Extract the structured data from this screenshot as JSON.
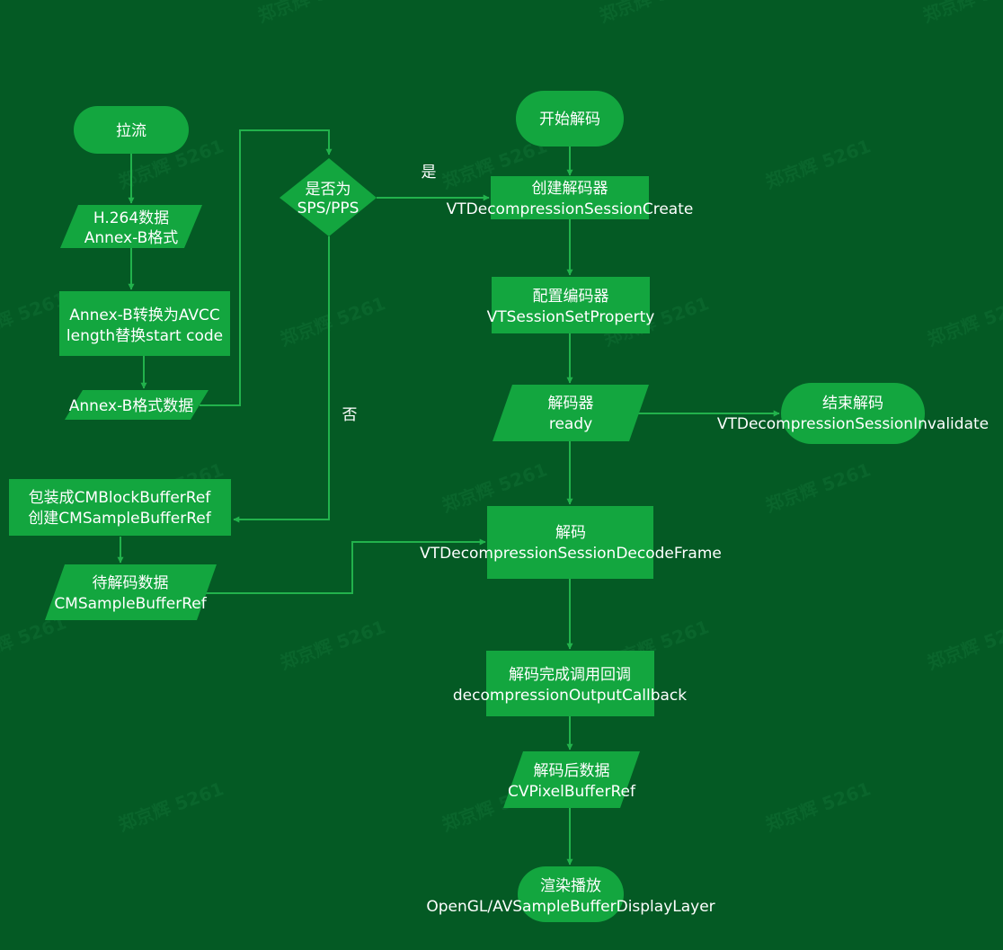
{
  "nodes": {
    "pull_stream": {
      "label": "拉流"
    },
    "h264_data": {
      "line1": "H.264数据",
      "line2": "Annex-B格式"
    },
    "convert_avcc": {
      "line1": "Annex-B转换为AVCC",
      "line2": "length替换start code"
    },
    "annexb_data": {
      "label": "Annex-B格式数据"
    },
    "is_sps_pps": {
      "line1": "是否为",
      "line2": "SPS/PPS"
    },
    "wrap_buffer": {
      "line1": "包装成CMBlockBufferRef",
      "line2": "创建CMSampleBufferRef"
    },
    "pending_data": {
      "line1": "待解码数据",
      "line2": "CMSampleBufferRef"
    },
    "start_decode": {
      "label": "开始解码"
    },
    "create_decoder": {
      "line1": "创建解码器",
      "line2": "VTDecompressionSessionCreate"
    },
    "config_encoder": {
      "line1": "配置编码器",
      "line2": "VTSessionSetProperty"
    },
    "decoder_ready": {
      "line1": "解码器",
      "line2": "ready"
    },
    "end_decode": {
      "line1": "结束解码",
      "line2": "VTDecompressionSessionInvalidate"
    },
    "decode": {
      "line1": "解码",
      "line2": "VTDecompressionSessionDecodeFrame"
    },
    "decode_callback": {
      "line1": "解码完成调用回调",
      "line2": "decompressionOutputCallback"
    },
    "decoded_data": {
      "line1": "解码后数据",
      "line2": "CVPixelBufferRef"
    },
    "render": {
      "line1": "渲染播放",
      "line2": "OpenGL/AVSampleBufferDisplayLayer"
    }
  },
  "edge_labels": {
    "yes": "是",
    "no": "否"
  },
  "watermark": "郑京辉 5261",
  "colors": {
    "background": "#045a24",
    "node_fill": "#13a63f",
    "edge": "#22b24c",
    "text": "#ffffff"
  }
}
